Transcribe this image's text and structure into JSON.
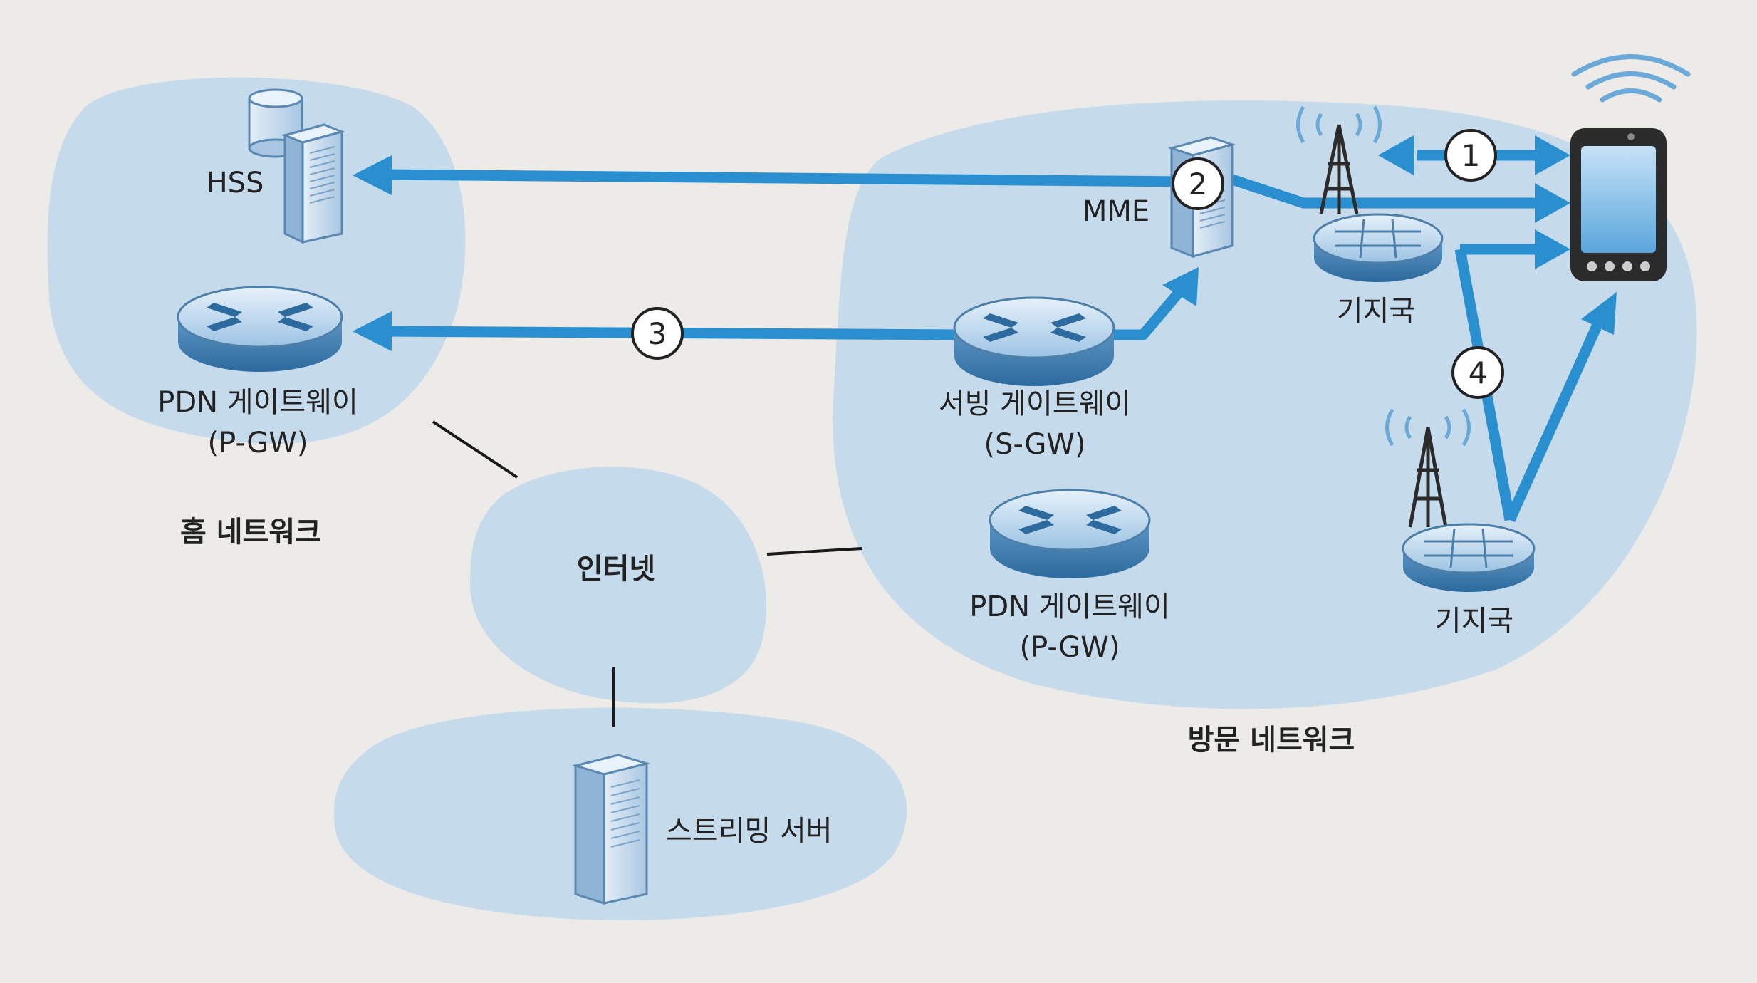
{
  "diagram": {
    "colors": {
      "arrow": "#2a8fcf",
      "cloud": "#b8d4ec",
      "device_fill": "#d9e8f4",
      "device_dark": "#4d7fa8",
      "background": "#ecebe8"
    },
    "networks": {
      "home": "홈 네트워크",
      "visited": "방문 네트워크",
      "internet": "인터넷"
    },
    "nodes": {
      "hss": "HSS",
      "home_pgw_name": "PDN 게이트웨이",
      "home_pgw_abbr": "(P-GW)",
      "mme": "MME",
      "sgw_name": "서빙 게이트웨이",
      "sgw_abbr": "(S-GW)",
      "visited_pgw_name": "PDN 게이트웨이",
      "visited_pgw_abbr": "(P-GW)",
      "base_station_1": "기지국",
      "base_station_2": "기지국",
      "streaming_server": "스트리밍 서버"
    },
    "steps": [
      "1",
      "2",
      "3",
      "4"
    ],
    "icons": [
      "router-icon",
      "server-icon",
      "database-icon",
      "antenna-icon",
      "smartphone-icon",
      "arrow"
    ]
  }
}
